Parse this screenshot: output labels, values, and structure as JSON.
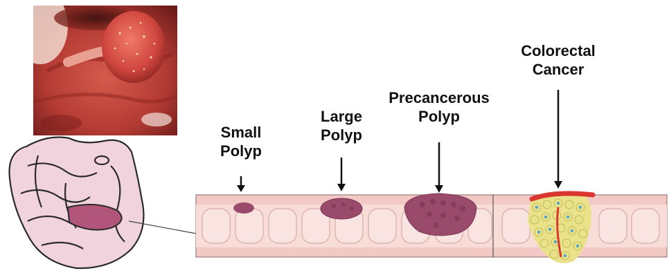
{
  "labels": {
    "small_polyp": [
      "Small",
      "Polyp"
    ],
    "large_polyp": [
      "Large",
      "Polyp"
    ],
    "precancerous_polyp": [
      "Precancerous",
      "Polyp"
    ],
    "colorectal_cancer": [
      "Colorectal",
      "Cancer"
    ]
  },
  "colors": {
    "text": "#111111",
    "colon_wall": "#f2c9c4",
    "colon_lumen": "#f8dcd8",
    "polyp": "#9a4a6a",
    "polyp_dark": "#7a3553",
    "cancer_cell": "#e9e28a",
    "cancer_nucleus": "#5aa8c6",
    "blood_vessel": "#d9362f",
    "endoscopy_bg": "#c0433d"
  }
}
